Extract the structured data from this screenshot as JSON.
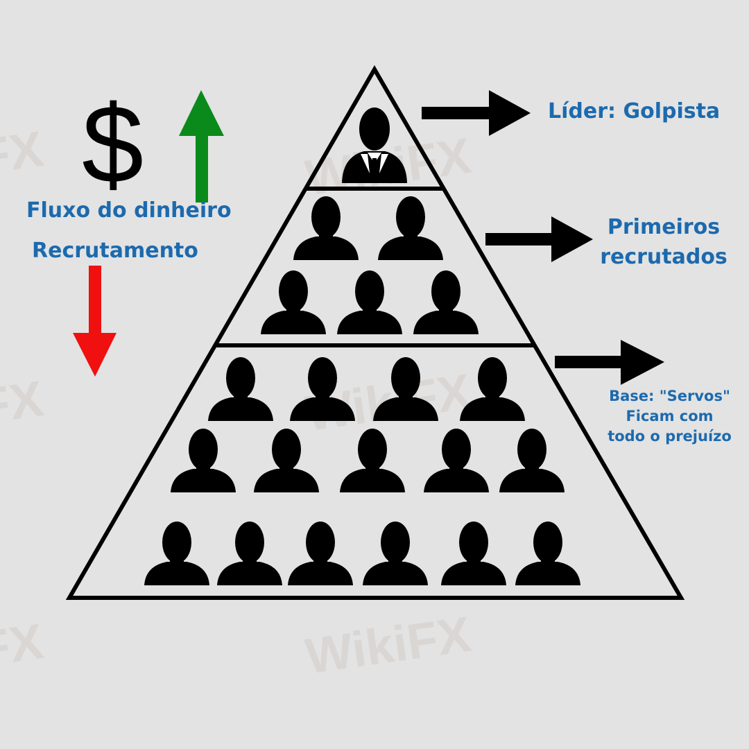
{
  "watermark": "WikiFX",
  "left_panel": {
    "currency_symbol": "$",
    "money_flow_label": "Fluxo do dinheiro",
    "recruitment_label": "Recrutamento",
    "money_arrow_color": "#0a8a1a",
    "recruit_arrow_color": "#f01010"
  },
  "labels": {
    "leader": "Líder: Golpista",
    "first_recruits_line1": "Primeiros",
    "first_recruits_line2": "recrutados",
    "base_line1": "Base: \"Servos\"",
    "base_line2": "Ficam com",
    "base_line3": "todo o prejuízo"
  },
  "pyramid": {
    "tiers": [
      {
        "name": "leader",
        "rows": [
          1
        ]
      },
      {
        "name": "first-recruits",
        "rows": [
          2,
          3
        ]
      },
      {
        "name": "base",
        "rows": [
          4,
          5,
          6
        ]
      }
    ]
  },
  "text_color": "#1c6aae"
}
